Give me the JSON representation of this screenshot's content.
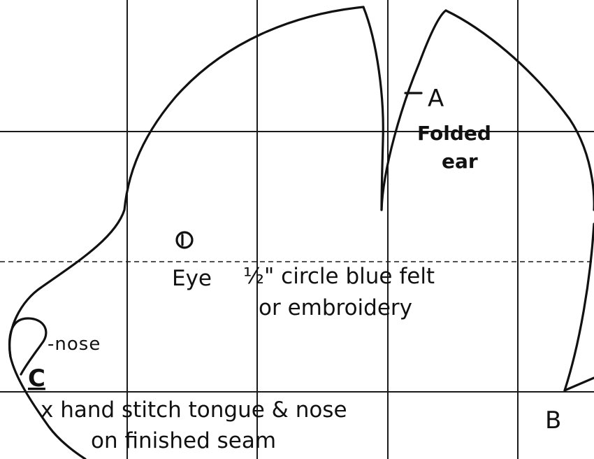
{
  "pattern": {
    "labels": {
      "point_a": "A",
      "point_b": "B",
      "point_c": "C",
      "ear_line1": "Folded",
      "ear_line2": "ear",
      "eye_label": "Eye",
      "eye_spec": "½\" circle blue felt",
      "eye_alt": "or embroidery",
      "nose": "-nose",
      "stitch_line1": "x hand stitch tongue & nose",
      "stitch_line2": "on finished seam"
    }
  }
}
